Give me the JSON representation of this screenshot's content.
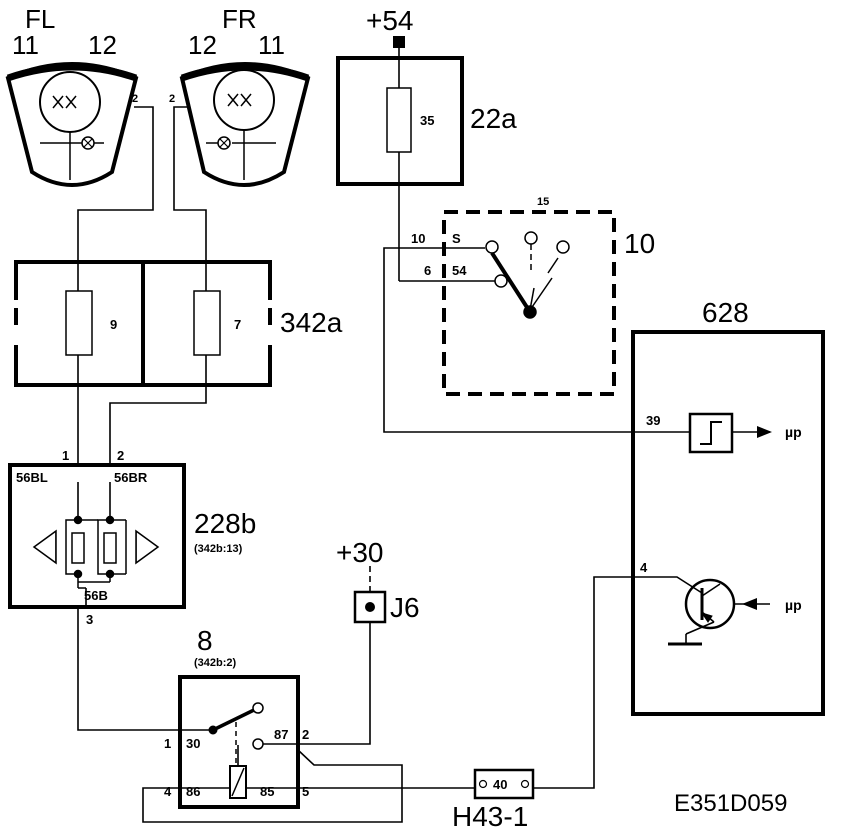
{
  "lamps": {
    "left": {
      "name": "FL",
      "pin_a": "11",
      "pin_b": "12",
      "pin_out": "2"
    },
    "right": {
      "name": "FR",
      "pin_a": "12",
      "pin_b": "11",
      "pin_out": "2"
    }
  },
  "supply54": {
    "label": "+54"
  },
  "fuse_box_22a": {
    "label": "22a",
    "fuse": "35"
  },
  "switch10": {
    "label": "10",
    "pos_top": "15",
    "pin_s_num": "10",
    "pin_s": "S",
    "pin_54_num": "6",
    "pin_54": "54"
  },
  "fuse_box_342a": {
    "label": "342a",
    "fuse_left": "9",
    "fuse_right": "7"
  },
  "module628": {
    "label": "628",
    "pin_in": "39",
    "pin_out": "4",
    "up_out": "µp",
    "up_in": "µp"
  },
  "module228b": {
    "label": "228b",
    "sub": "(342b:13)",
    "pin1": "1",
    "pin2": "2",
    "pin3": "3",
    "term_bl": "56BL",
    "term_br": "56BR",
    "term_b": "56B"
  },
  "supply30": {
    "label": "+30"
  },
  "connector_j6": {
    "label": "J6"
  },
  "relay8": {
    "label": "8",
    "sub": "(342b:2)",
    "p30_num": "1",
    "p30": "30",
    "p87": "87",
    "p87_num": "2",
    "p86_num": "4",
    "p86": "86",
    "p85": "85",
    "p85_num": "5"
  },
  "connector_h43": {
    "label": "H43-1",
    "pin": "40"
  },
  "drawing_id": "E351D059"
}
